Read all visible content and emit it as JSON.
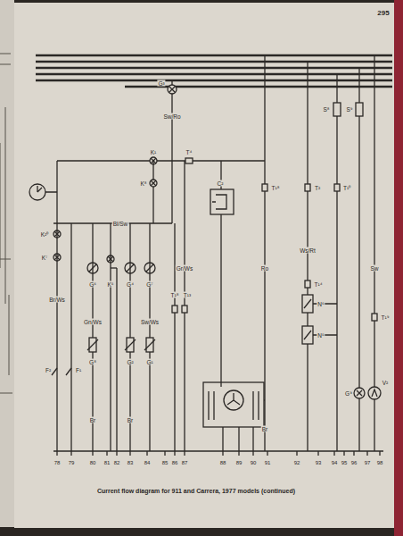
{
  "diagram": {
    "caption": "Current flow diagram for 911 and Carrera, 1977 models (continued)",
    "labels": [
      "295",
      "G³",
      "Sw/Ro",
      "K¹",
      "K⁸",
      "T⁴",
      "C²",
      "T¹⁸",
      "T²",
      "T¹⁰",
      "S⁸",
      "S⁹",
      "K²⁰",
      "K⁷",
      "G⁶",
      "K⁵",
      "G⁴",
      "G⁷",
      "T¹⁸",
      "T¹³",
      "G⁸",
      "G²",
      "G¹",
      "F²",
      "F¹",
      "T¹⁴",
      "N⁶",
      "N⁵",
      "G⁹",
      "V²",
      "T¹⁹",
      "Bl/Sw",
      "Gn/Ws",
      "Sw/Ws",
      "Br",
      "Br",
      "Br",
      "Ro",
      "Ws/Rt",
      "Sw",
      "Gr/Ws",
      "Br/Ws",
      "78",
      "79",
      "80",
      "81",
      "82",
      "83",
      "84",
      "85",
      "86",
      "87",
      "88",
      "89",
      "90",
      "91",
      "92",
      "93",
      "94",
      "95",
      "96",
      "97",
      "98"
    ]
  }
}
